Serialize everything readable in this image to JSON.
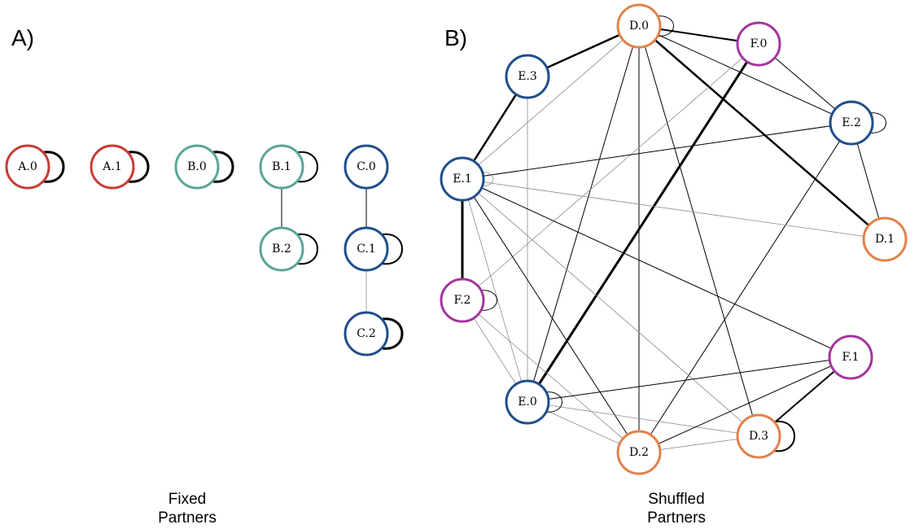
{
  "colors": {
    "A": "#c83a35",
    "B": "#5aa596",
    "C": "#1f4e8c",
    "D": "#e2814a",
    "E": "#1f4e8c",
    "F": "#a4359e"
  },
  "panel_a": {
    "label": "A)",
    "caption_line1": "Fixed",
    "caption_line2": "Partners",
    "nodes": [
      {
        "id": "A.0",
        "group": "A",
        "self_loop": 3
      },
      {
        "id": "A.1",
        "group": "A",
        "self_loop": 3
      },
      {
        "id": "B.0",
        "group": "B",
        "self_loop": 3
      },
      {
        "id": "B.1",
        "group": "B",
        "self_loop": 2
      },
      {
        "id": "B.2",
        "group": "B",
        "self_loop": 2
      },
      {
        "id": "C.0",
        "group": "C",
        "self_loop": 0
      },
      {
        "id": "C.1",
        "group": "C",
        "self_loop": 2
      },
      {
        "id": "C.2",
        "group": "C",
        "self_loop": 3
      }
    ],
    "edges": [
      {
        "source": "B.1",
        "target": "B.2",
        "weight": 1
      },
      {
        "source": "C.0",
        "target": "C.1",
        "weight": 1
      },
      {
        "source": "C.1",
        "target": "C.2",
        "weight": 0.5
      }
    ]
  },
  "panel_b": {
    "label": "B)",
    "caption_line1": "Shuffled",
    "caption_line2": "Partners",
    "nodes": [
      {
        "id": "D.0",
        "group": "D",
        "self_loop": 1
      },
      {
        "id": "F.0",
        "group": "F",
        "self_loop": 0
      },
      {
        "id": "E.2",
        "group": "E",
        "self_loop": 1
      },
      {
        "id": "D.1",
        "group": "D",
        "self_loop": 0
      },
      {
        "id": "F.1",
        "group": "F",
        "self_loop": 0
      },
      {
        "id": "D.3",
        "group": "D",
        "self_loop": 2
      },
      {
        "id": "D.2",
        "group": "D",
        "self_loop": 0
      },
      {
        "id": "E.0",
        "group": "E",
        "self_loop": 1
      },
      {
        "id": "F.2",
        "group": "F",
        "self_loop": 1
      },
      {
        "id": "E.1",
        "group": "E",
        "self_loop": 0.5
      },
      {
        "id": "E.3",
        "group": "E",
        "self_loop": 0
      }
    ],
    "edges": [
      {
        "source": "D.0",
        "target": "E.3",
        "weight": 2.5
      },
      {
        "source": "D.0",
        "target": "F.0",
        "weight": 2
      },
      {
        "source": "D.0",
        "target": "D.1",
        "weight": 2.5
      },
      {
        "source": "D.0",
        "target": "E.2",
        "weight": 1
      },
      {
        "source": "D.0",
        "target": "E.1",
        "weight": 0.5
      },
      {
        "source": "D.0",
        "target": "E.0",
        "weight": 1
      },
      {
        "source": "D.0",
        "target": "D.2",
        "weight": 1
      },
      {
        "source": "D.0",
        "target": "D.3",
        "weight": 1
      },
      {
        "source": "F.0",
        "target": "E.2",
        "weight": 1
      },
      {
        "source": "F.0",
        "target": "E.0",
        "weight": 3
      },
      {
        "source": "F.0",
        "target": "F.2",
        "weight": 0.5
      },
      {
        "source": "E.3",
        "target": "E.1",
        "weight": 2.5
      },
      {
        "source": "E.3",
        "target": "E.0",
        "weight": 0.5
      },
      {
        "source": "E.2",
        "target": "D.1",
        "weight": 1
      },
      {
        "source": "E.2",
        "target": "E.1",
        "weight": 1
      },
      {
        "source": "E.2",
        "target": "D.2",
        "weight": 1
      },
      {
        "source": "E.1",
        "target": "D.1",
        "weight": 0.5
      },
      {
        "source": "E.1",
        "target": "F.2",
        "weight": 3
      },
      {
        "source": "E.1",
        "target": "F.1",
        "weight": 1
      },
      {
        "source": "E.1",
        "target": "E.0",
        "weight": 0.5
      },
      {
        "source": "E.1",
        "target": "D.2",
        "weight": 1
      },
      {
        "source": "E.1",
        "target": "D.3",
        "weight": 0.5
      },
      {
        "source": "F.2",
        "target": "E.0",
        "weight": 0.5
      },
      {
        "source": "F.2",
        "target": "D.2",
        "weight": 0.5
      },
      {
        "source": "E.0",
        "target": "F.1",
        "weight": 1
      },
      {
        "source": "E.0",
        "target": "D.3",
        "weight": 0.5
      },
      {
        "source": "E.0",
        "target": "D.2",
        "weight": 0.5
      },
      {
        "source": "D.2",
        "target": "D.3",
        "weight": 0.5
      },
      {
        "source": "D.2",
        "target": "F.1",
        "weight": 1
      },
      {
        "source": "D.3",
        "target": "F.1",
        "weight": 2
      }
    ]
  }
}
